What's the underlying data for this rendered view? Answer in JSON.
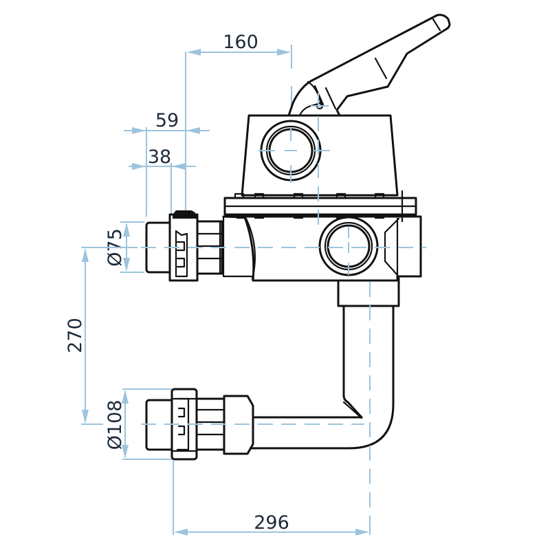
{
  "diagram": {
    "subject": "Side-mount multiport valve with union connections and elbow pipe",
    "colors": {
      "outline": "#111111",
      "dimension_line": "#9cc4dc",
      "dimension_text": "#1b2a3a",
      "background": "#ffffff"
    },
    "dimensions": {
      "handle_offset": {
        "label": "160",
        "orientation": "horizontal"
      },
      "union_offset_outer": {
        "label": "59",
        "orientation": "horizontal"
      },
      "union_offset_inner": {
        "label": "38",
        "orientation": "horizontal"
      },
      "upper_port_diameter": {
        "label": "Ø75",
        "orientation": "vertical"
      },
      "port_spacing": {
        "label": "270",
        "orientation": "vertical"
      },
      "lower_port_diameter": {
        "label": "Ø108",
        "orientation": "vertical"
      },
      "overall_width": {
        "label": "296",
        "orientation": "horizontal"
      }
    },
    "components": [
      "handle-lever",
      "valve-top-cover",
      "top-port",
      "bolted-flange",
      "valve-body",
      "front-port",
      "upper-union-connector",
      "outlet-stub",
      "elbow-pipe",
      "lower-union-connector"
    ]
  }
}
